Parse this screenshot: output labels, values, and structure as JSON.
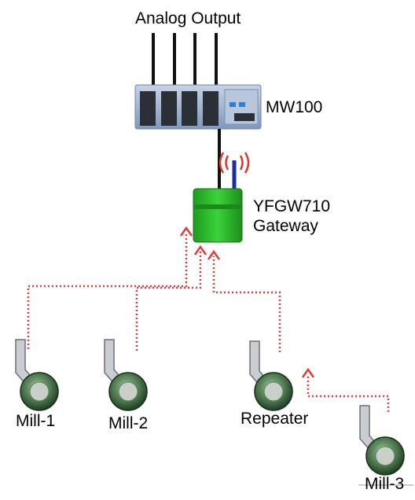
{
  "labels": {
    "analog_output": "Analog Output",
    "mw100": "MW100",
    "gateway_line1": "YFGW710",
    "gateway_line2": "Gateway",
    "mill1": "Mill-1",
    "mill2": "Mill-2",
    "repeater": "Repeater",
    "mill3": "Mill-3"
  },
  "colors": {
    "link": "#e53a3a",
    "gateway_green": "#2fb52f",
    "chassis_blue": "#8fa6c8",
    "sensor_green": "#3c7a3c"
  }
}
